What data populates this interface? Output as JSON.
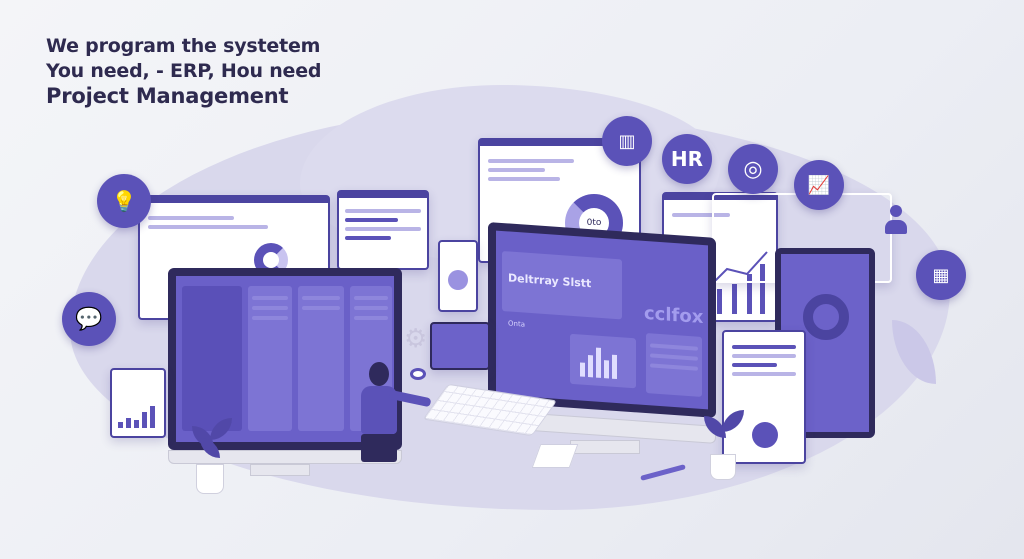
{
  "headline": {
    "line1": "We program the  systetem",
    "line2": "You need, - ERP, Hou need",
    "line3": "Project Management"
  },
  "screens": {
    "main_title": "Deltrray Slstt",
    "main_brand": "cclfox",
    "main_small": "Onta",
    "donut_label": "0to"
  },
  "icons": [
    "lightbulb-icon",
    "chat-user-icon",
    "bar-chart-icon",
    "hr-icon",
    "target-icon",
    "growth-chart-icon",
    "calendar-icon",
    "user-icon"
  ],
  "hr_label": "HR",
  "colors": {
    "accent": "#5b52b8",
    "dark": "#2f2a5c",
    "light": "#d9d8ec",
    "headline": "#2e2a4f"
  }
}
